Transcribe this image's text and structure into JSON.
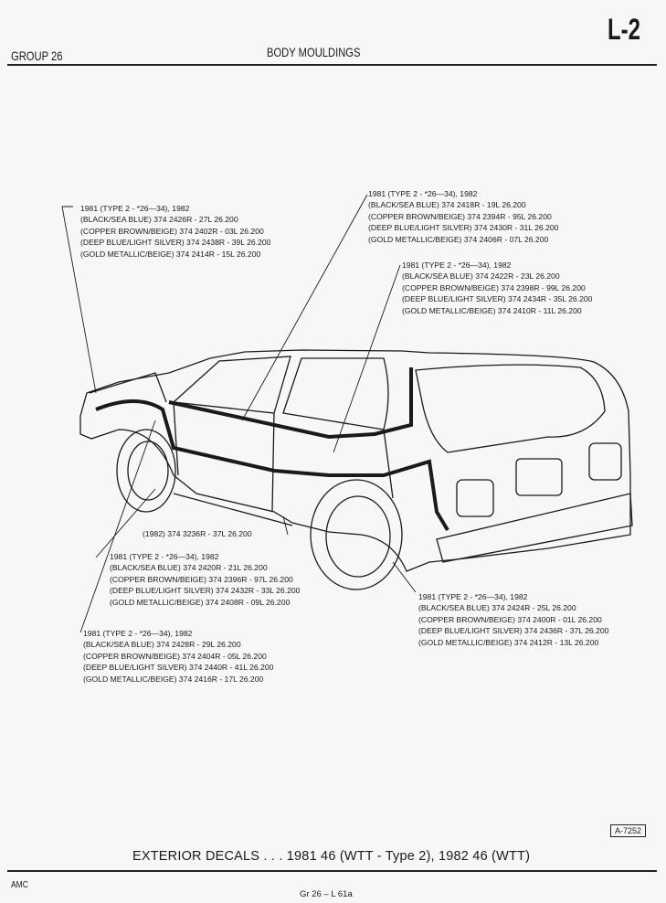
{
  "header": {
    "group": "GROUP 26",
    "title": "BODY MOULDINGS",
    "page_code": "L-2"
  },
  "callouts": [
    {
      "lines": [
        "1981 (TYPE 2 - *26—34), 1982",
        "(BLACK/SEA BLUE) 374 2426R - 27L  26.200",
        "(COPPER BROWN/BEIGE) 374 2402R - 03L  26.200",
        "(DEEP BLUE/LIGHT SILVER) 374 2438R - 39L  26.200",
        "(GOLD METALLIC/BEIGE) 374 2414R - 15L  26.200"
      ]
    },
    {
      "lines": [
        "1981 (TYPE 2 - *26—34), 1982",
        "(BLACK/SEA BLUE) 374 2418R - 19L  26.200",
        "(COPPER BROWN/BEIGE) 374 2394R - 95L  26.200",
        "(DEEP BLUE/LIGHT SILVER) 374 2430R - 31L  26.200",
        "(GOLD METALLIC/BEIGE) 374 2406R - 07L  26.200"
      ]
    },
    {
      "lines": [
        "1981 (TYPE 2 - *26—34), 1982",
        "(BLACK/SEA BLUE) 374 2422R - 23L  26.200",
        "(COPPER BROWN/BEIGE) 374 2398R - 99L  26.200",
        "(DEEP BLUE/LIGHT SILVER) 374 2434R - 35L  26.200",
        "(GOLD METALLIC/BEIGE) 374 2410R - 11L  26.200"
      ]
    },
    {
      "lines": [
        "(1982) 374 3236R - 37L 26.200"
      ]
    },
    {
      "lines": [
        "1981 (TYPE 2 - *26—34), 1982",
        "(BLACK/SEA BLUE) 374 2420R - 21L  26.200",
        "(COPPER BROWN/BEIGE) 374 2396R - 97L  26.200",
        "(DEEP BLUE/LIGHT SILVER) 374 2432R - 33L  26.200",
        "(GOLD METALLIC/BEIGE) 374 2408R - 09L  26.200"
      ]
    },
    {
      "lines": [
        "1981 (TYPE 2 - *26—34), 1982",
        "(BLACK/SEA BLUE) 374 2428R - 29L  26.200",
        "(COPPER BROWN/BEIGE) 374 2404R - 05L  26.200",
        "(DEEP BLUE/LIGHT SILVER) 374 2440R - 41L  26.200",
        "(GOLD METALLIC/BEIGE) 374 2416R - 17L  26.200"
      ]
    },
    {
      "lines": [
        "1981 (TYPE 2 - *26—34), 1982",
        "(BLACK/SEA BLUE) 374 2424R - 25L  26.200",
        "(COPPER BROWN/BEIGE) 374 2400R - 01L  26.200",
        "(DEEP BLUE/LIGHT SILVER) 374 2436R - 37L  26.200",
        "(GOLD METALLIC/BEIGE) 374 2412R - 13L  26.200"
      ]
    }
  ],
  "illustration_ref": "A-7252",
  "footer": {
    "title": "EXTERIOR DECALS . . . 1981  46 (WTT - Type 2), 1982  46 (WTT)",
    "publisher": "AMC",
    "page_ref": "Gr 26 – L 61a"
  }
}
